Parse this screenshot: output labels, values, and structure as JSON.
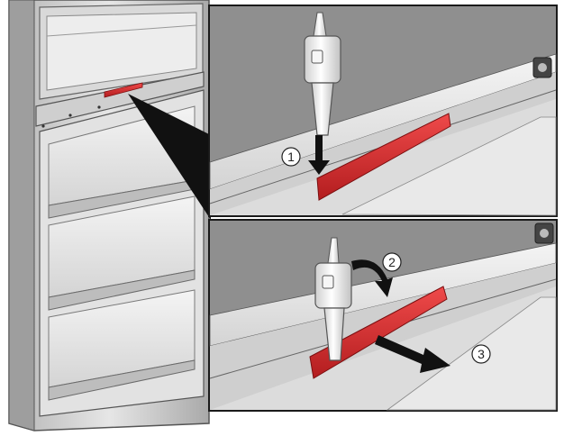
{
  "figure": {
    "steps": [
      {
        "number": "1"
      },
      {
        "number": "2"
      },
      {
        "number": "3"
      }
    ]
  },
  "colors": {
    "accent_red": "#d8282a",
    "panel_border": "#1a1a1a",
    "metal_light": "#e8e8e8",
    "metal_dark": "#9a9a9a",
    "arrow_black": "#111111"
  },
  "icons": [
    "tool-icon",
    "badge-icon",
    "arrow-down-icon",
    "rotate-arrow-icon",
    "pull-arrow-icon"
  ]
}
